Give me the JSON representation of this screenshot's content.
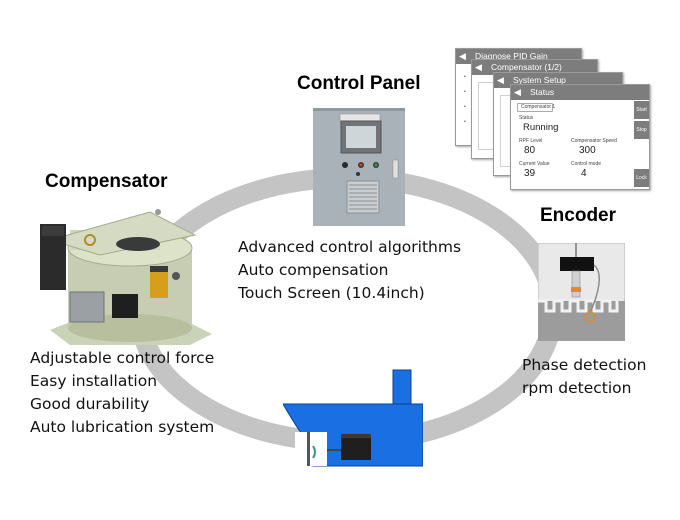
{
  "control_panel": {
    "title": "Control Panel",
    "features": [
      "Advanced control algorithms",
      "Auto compensation",
      "Touch Screen (10.4inch)"
    ]
  },
  "compensator": {
    "title": "Compensator",
    "features": [
      "Adjustable control force",
      "Easy installation",
      "Good durability",
      "Auto lubrication system"
    ]
  },
  "encoder": {
    "title": "Encoder",
    "features": [
      "Phase detection",
      "rpm detection"
    ]
  },
  "screens": {
    "titles": [
      "Diagnose PID Gain",
      "Compensator (1/2)",
      "System Setup",
      "Status"
    ],
    "status": {
      "tab": "Compensator 1",
      "status_label": "Status",
      "status_value": "Running",
      "rpf_label": "RPF Level",
      "rpf_value": "80",
      "comp_speed_label": "Compensator Speed",
      "comp_speed_value": "300",
      "current_label": "Current Value",
      "current_value": "39",
      "control_mode_label": "Control mode",
      "control_mode_value": "4",
      "side_buttons": [
        "Start",
        "Stop",
        "Lock"
      ]
    }
  },
  "colors": {
    "ring": "#c4c4c4",
    "ship": "#1a6fe3",
    "panel_box": "#a9b2b8",
    "screen_header": "#7d7d7d"
  }
}
